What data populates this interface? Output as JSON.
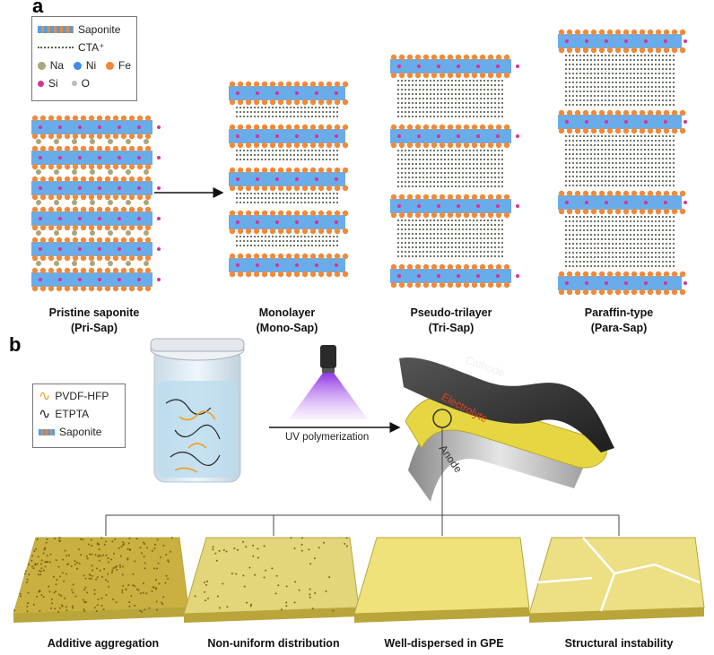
{
  "panel_a": {
    "label": "a",
    "legend": {
      "saponite": "Saponite",
      "cta": "CTA⁺",
      "elements": [
        {
          "name": "Na",
          "color": "#a9a679"
        },
        {
          "name": "Ni",
          "color": "#3f8de8"
        },
        {
          "name": "Fe",
          "color": "#f0893a"
        },
        {
          "name": "Si",
          "color": "#d6329a"
        },
        {
          "name": "O",
          "color": "#bbbbbb"
        }
      ]
    },
    "structures": [
      {
        "name": "Pristine saponite",
        "abbr": "(Pri-Sap)"
      },
      {
        "name": "Monolayer",
        "abbr": "(Mono-Sap)"
      },
      {
        "name": "Pseudo-trilayer",
        "abbr": "(Tri-Sap)"
      },
      {
        "name": "Paraffin-type",
        "abbr": "(Para-Sap)"
      }
    ]
  },
  "panel_b": {
    "label": "b",
    "legend": [
      "PVDF-HFP",
      "ETPTA",
      "Saponite"
    ],
    "process": "UV polymerization",
    "battery": {
      "cathode": "Cathode",
      "electrolyte": "Electrolyte",
      "anode": "Anode"
    },
    "outcomes": [
      "Additive aggregation",
      "Non-uniform distribution",
      "Well-dispersed in GPE",
      "Structural instability"
    ]
  },
  "colors": {
    "layer_blue": "#4f9ee6",
    "fe_orange": "#f0893a",
    "gpe_yellow": "#e8dc6a",
    "uv_purple": "#9b3bf0",
    "electrolyte_red": "#e0401c"
  }
}
